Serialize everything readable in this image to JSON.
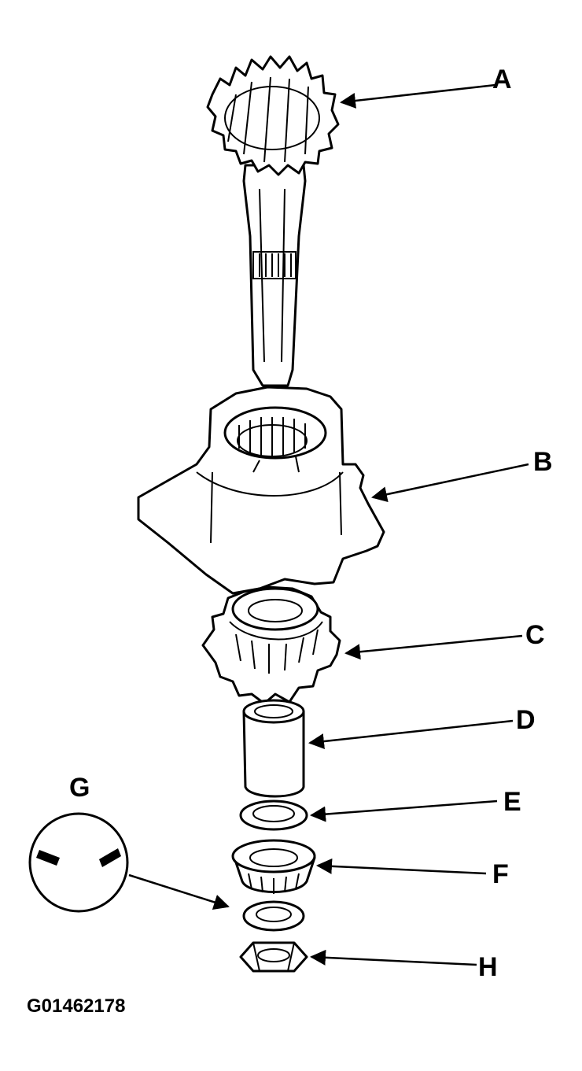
{
  "callouts": {
    "A": "A",
    "B": "B",
    "C": "C",
    "D": "D",
    "E": "E",
    "F": "F",
    "G": "G",
    "H": "H"
  },
  "figure_id": "G01462178",
  "icons": {
    "arrow": "arrowhead",
    "detail": "inspection-detail-circle"
  }
}
